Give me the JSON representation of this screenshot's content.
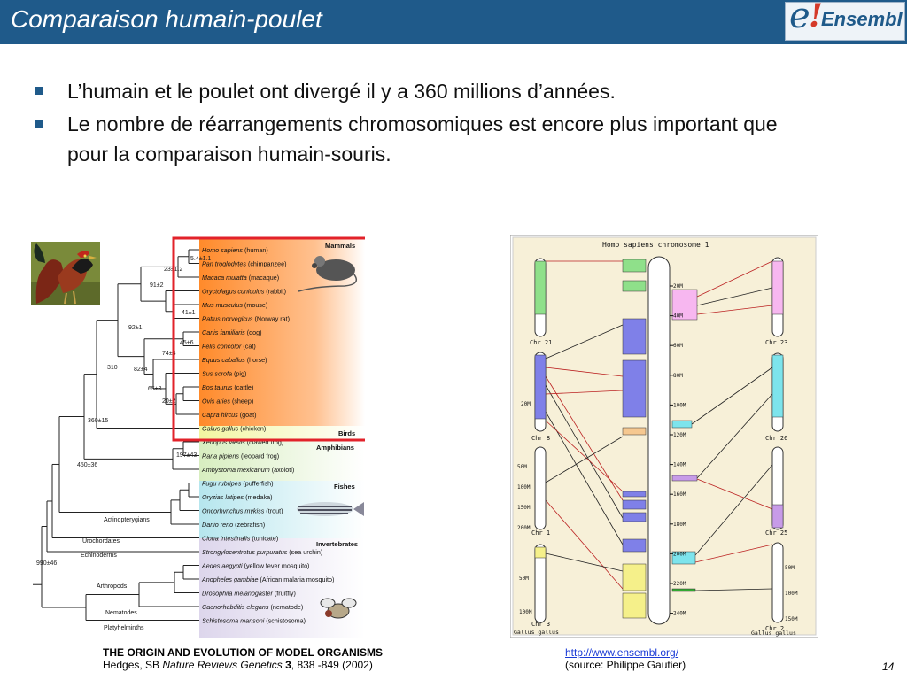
{
  "header": {
    "title": "Comparaison humain-poulet",
    "logo_e": "e",
    "logo_bang": "!",
    "logo_word": "Ensembl"
  },
  "bullets": [
    "L’humain et le poulet ont divergé il y a 360 millions d’années.",
    "Le nombre de réarrangements chromosomiques est encore plus important que pour la comparaison humain-souris."
  ],
  "tree": {
    "groups": {
      "mammals": "Mammals",
      "birds": "Birds",
      "amphibians": "Amphibians",
      "fishes": "Fishes",
      "invertebrates": "Invertebrates"
    },
    "species": [
      {
        "latin": "Homo sapiens",
        "common": "(human)"
      },
      {
        "latin": "Pan troglodytes",
        "common": "(chimpanzee)"
      },
      {
        "latin": "Macaca mulatta",
        "common": "(macaque)"
      },
      {
        "latin": "Oryctolagus cuniculus",
        "common": "(rabbit)"
      },
      {
        "latin": "Mus musculus",
        "common": "(mouse)"
      },
      {
        "latin": "Rattus norvegicus",
        "common": "(Norway rat)"
      },
      {
        "latin": "Canis familiaris",
        "common": "(dog)"
      },
      {
        "latin": "Felis concolor",
        "common": "(cat)"
      },
      {
        "latin": "Equus caballus",
        "common": "(horse)"
      },
      {
        "latin": "Sus scrofa",
        "common": "(pig)"
      },
      {
        "latin": "Bos taurus",
        "common": "(cattle)"
      },
      {
        "latin": "Ovis aries",
        "common": "(sheep)"
      },
      {
        "latin": "Capra hircus",
        "common": "(goat)"
      },
      {
        "latin": "Gallus gallus",
        "common": "(chicken)"
      },
      {
        "latin": "Xenopus laevis",
        "common": "(clawed frog)"
      },
      {
        "latin": "Rana pipiens",
        "common": "(leopard frog)"
      },
      {
        "latin": "Ambystoma mexicanum",
        "common": "(axolotl)"
      },
      {
        "latin": "Fugu rubripes",
        "common": "(pufferfish)"
      },
      {
        "latin": "Oryzias latipes",
        "common": "(medaka)"
      },
      {
        "latin": "Oncorhynchus mykiss",
        "common": "(trout)"
      },
      {
        "latin": "Danio rerio",
        "common": "(zebrafish)"
      },
      {
        "latin": "Ciona intestinalis",
        "common": "(tunicate)"
      },
      {
        "latin": "Strongylocentrotus purpuratus",
        "common": "(sea urchin)"
      },
      {
        "latin": "Aedes aegypti",
        "common": "(yellow fever mosquito)"
      },
      {
        "latin": "Anopheles gambiae",
        "common": "(African malaria mosquito)"
      },
      {
        "latin": "Drosophila melanogaster",
        "common": "(fruitfly)"
      },
      {
        "latin": "Caenorhabditis elegans",
        "common": "(nematode)"
      },
      {
        "latin": "Schistosoma mansoni",
        "common": "(schistosoma)"
      }
    ],
    "node_labels": [
      "5.4±1.1",
      "23±1.2",
      "91±2",
      "41±1",
      "92±1",
      "45±6",
      "74±3",
      "310",
      "82±4",
      "65±3",
      "20±2",
      "360±15",
      "197±43",
      "450±36",
      "990±46"
    ],
    "clade_labels": [
      "Actinopterygians",
      "Urochordates",
      "Echinoderms",
      "Arthropods",
      "Nematodes",
      "Platyhelminths"
    ]
  },
  "ensembl": {
    "title": "Homo sapiens chromosome 1",
    "left_chr": [
      "Chr 21",
      "Chr 8",
      "Chr 1",
      "Chr 3"
    ],
    "left_species": "Gallus gallus",
    "right_chr": [
      "Chr 23",
      "Chr 26",
      "Chr 25",
      "Chr 2"
    ],
    "right_species": "Gallus gallus",
    "center_ticks": [
      "20M",
      "40M",
      "60M",
      "80M",
      "100M",
      "120M",
      "140M",
      "160M",
      "180M",
      "200M",
      "220M",
      "240M"
    ],
    "left_ticks": {
      "chr8": [
        "20M"
      ],
      "chr1": [
        "50M",
        "100M",
        "150M",
        "200M"
      ],
      "chr3": [
        "50M",
        "100M"
      ]
    },
    "right_ticks": {
      "chr2": [
        "50M",
        "100M",
        "150M"
      ]
    }
  },
  "caption": {
    "heading": "THE ORIGIN AND EVOLUTION OF MODEL ORGANISMS",
    "authors": "Hedges, SB ",
    "journal": "Nature Reviews Genetics",
    "volume": " 3",
    "pages": ", 838 -849 (2002)"
  },
  "link": {
    "url": "http://www.ensembl.org/",
    "source": "(source: Philippe Gautier)"
  },
  "slide_number": "14"
}
